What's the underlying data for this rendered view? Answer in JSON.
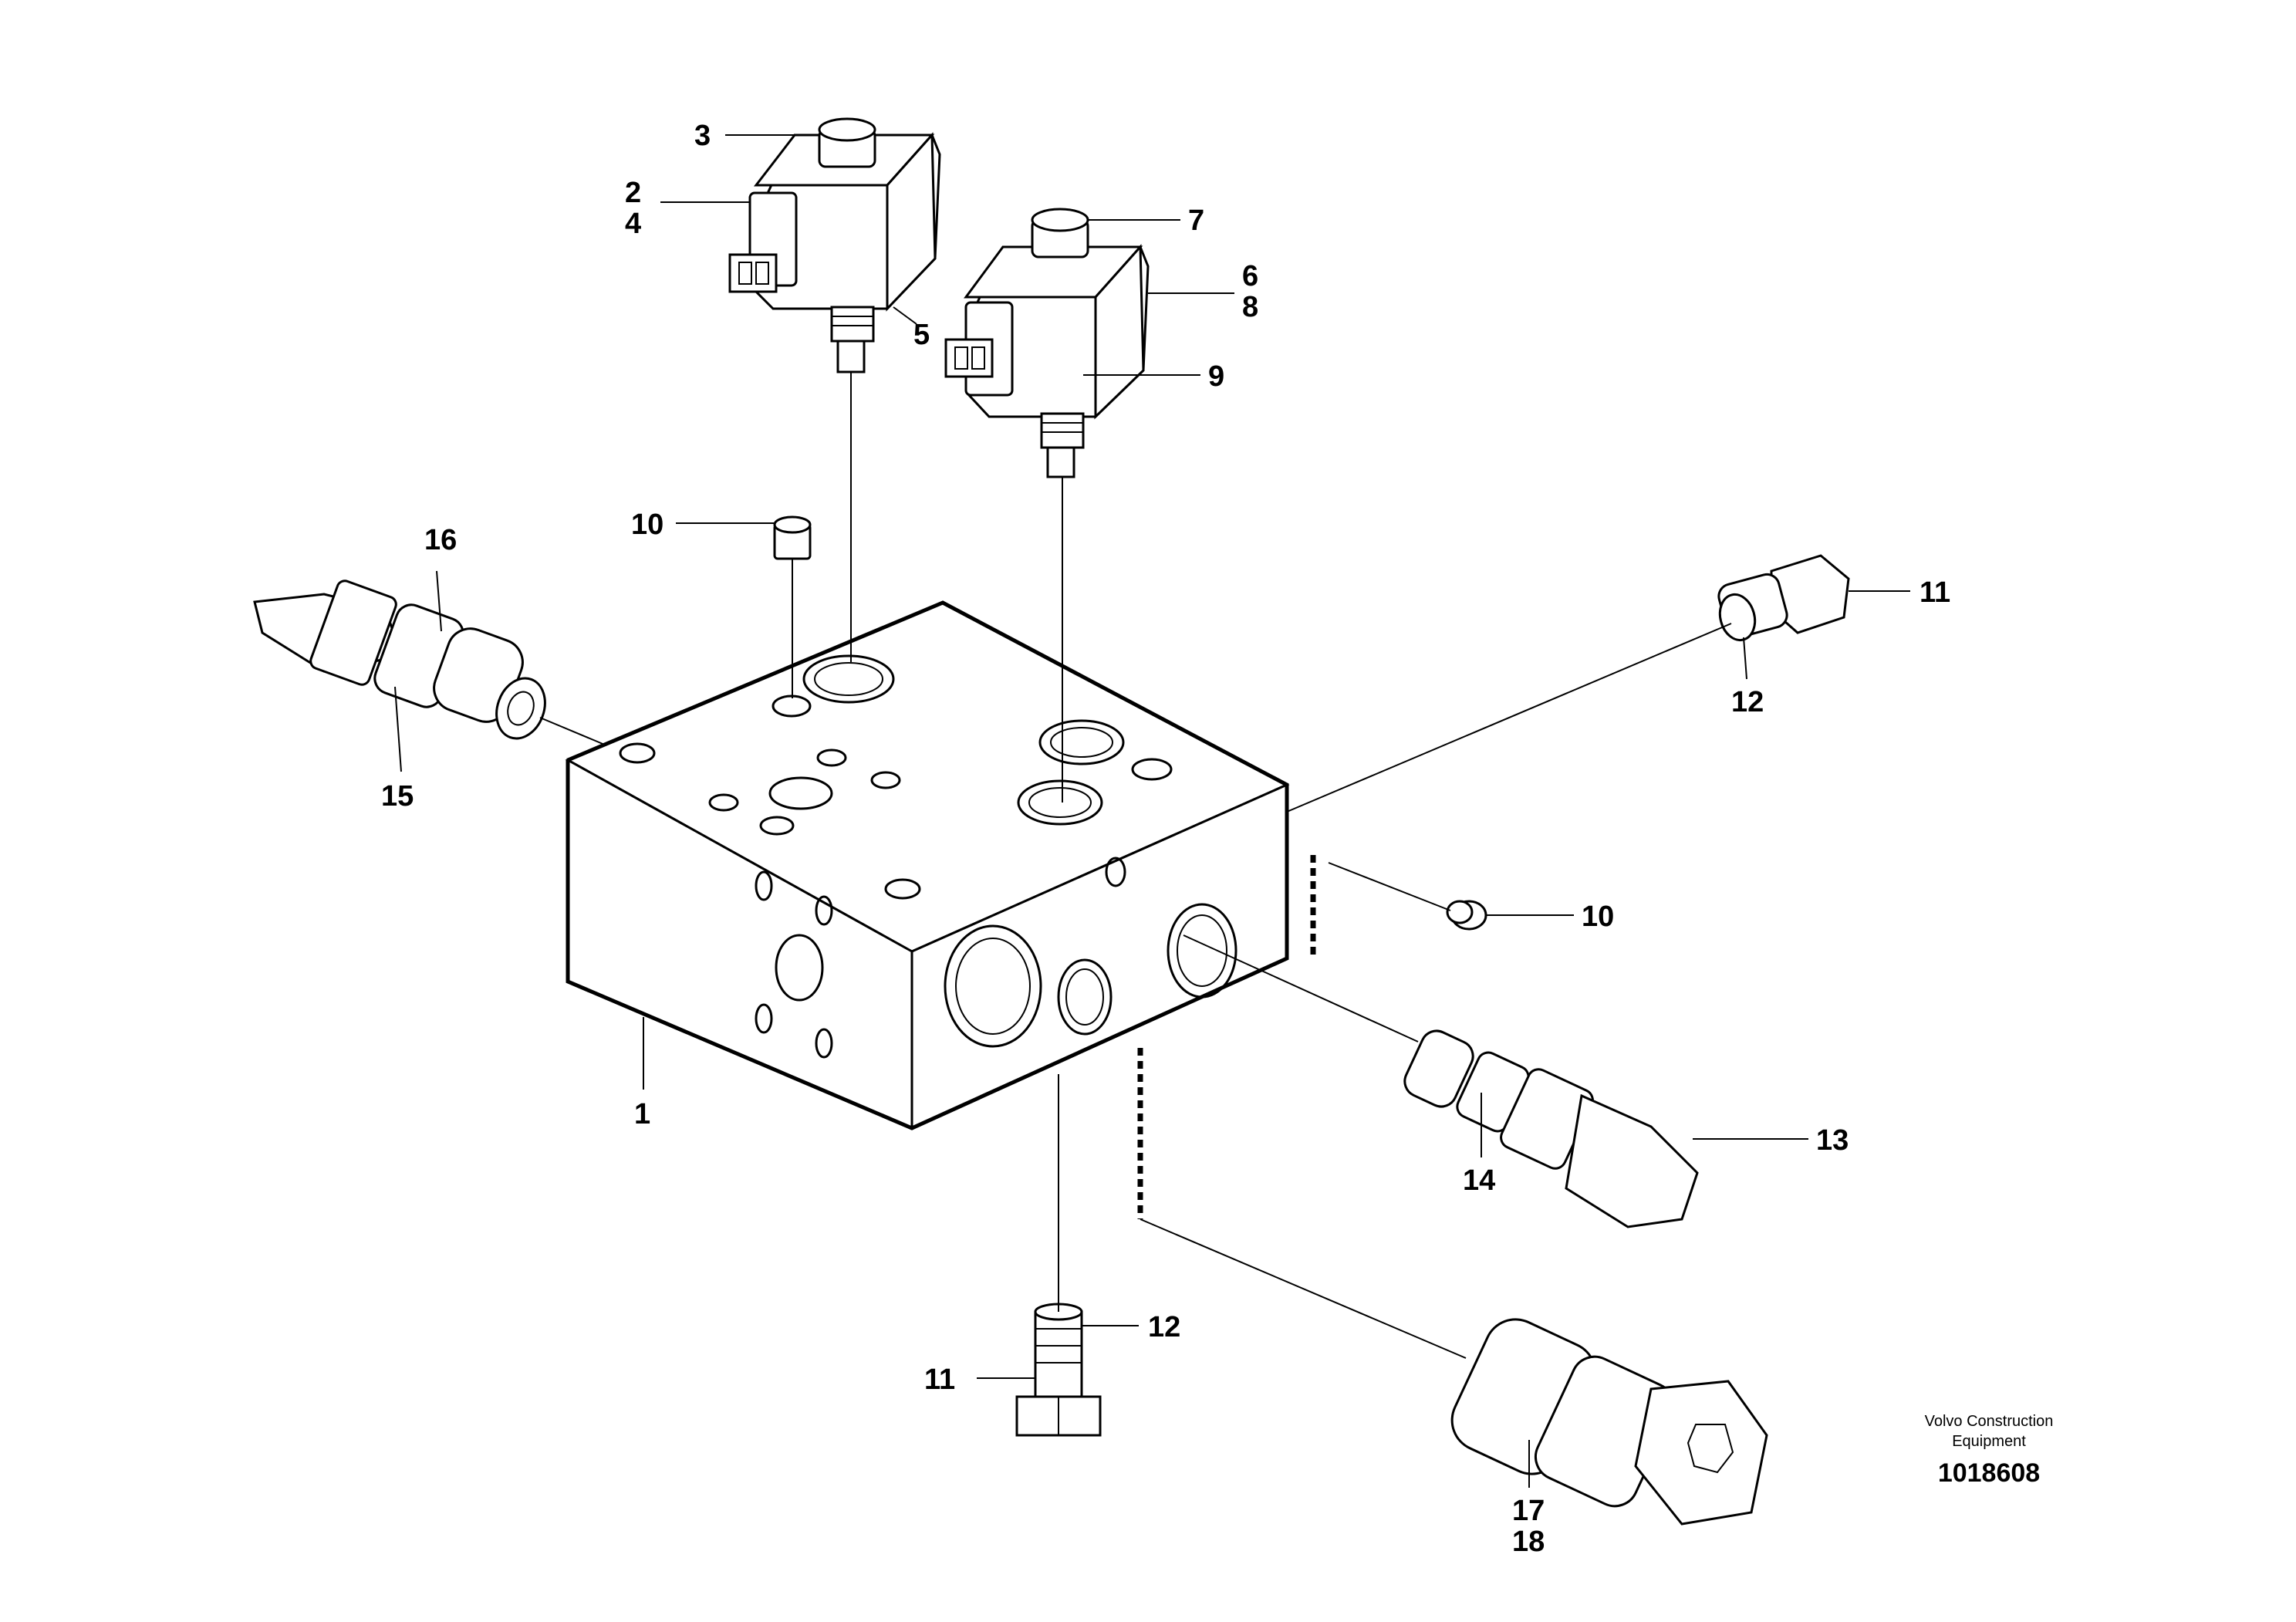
{
  "labels": {
    "l1": "1",
    "l2": "2",
    "l3": "3",
    "l4": "4",
    "l5": "5",
    "l6": "6",
    "l7": "7",
    "l8": "8",
    "l9": "9",
    "l10a": "10",
    "l10b": "10",
    "l11a": "11",
    "l11b": "11",
    "l12a": "12",
    "l12b": "12",
    "l13": "13",
    "l14": "14",
    "l15": "15",
    "l16": "16",
    "l17": "17",
    "l18": "18"
  },
  "caption": {
    "brand_line1": "Volvo Construction",
    "brand_line2": "Equipment",
    "drawing_number": "1018608"
  }
}
